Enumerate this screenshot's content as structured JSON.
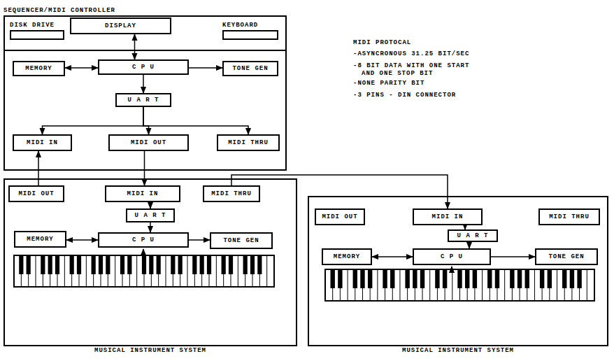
{
  "diagram": {
    "nodes": [
      {
        "text": [
          "SEQUENCER/MIDI CONTROLLER"
        ]
      },
      {
        "text": [
          "DISK DRIVE"
        ],
        "in": 0
      },
      {
        "text": [
          "DISPLAY"
        ],
        "in": 0
      },
      {
        "text": [
          "KEYBOARD"
        ],
        "in": 0
      },
      {
        "text": [
          "MEMORY"
        ],
        "in": 0
      },
      {
        "text": [
          "C P U"
        ],
        "in": 0
      },
      {
        "text": [
          "TONE GEN"
        ],
        "in": 0
      },
      {
        "text": [
          "U A R T"
        ],
        "in": 0
      },
      {
        "text": [
          "MIDI IN"
        ],
        "in": 0
      },
      {
        "text": [
          "MIDI OUT"
        ],
        "in": 0
      },
      {
        "text": [
          "MIDI THRU"
        ],
        "in": 0
      },
      {
        "text": [
          "MUSICAL INSTRUMENT SYSTEM"
        ]
      },
      {
        "text": [
          "MIDI OUT"
        ],
        "in": 11
      },
      {
        "text": [
          "MIDI IN"
        ],
        "in": 11
      },
      {
        "text": [
          "MIDI THRU"
        ],
        "in": 11
      },
      {
        "text": [
          "U A R T"
        ],
        "in": 11
      },
      {
        "text": [
          "MEMORY"
        ],
        "in": 11
      },
      {
        "text": [
          "C P U"
        ],
        "in": 11
      },
      {
        "text": [
          "TONE GEN"
        ],
        "in": 11
      },
      {
        "text": [
          "MUSICAL INSTRUMENT SYSTEM"
        ]
      },
      {
        "text": [
          "MIDI OUT"
        ],
        "in": 19
      },
      {
        "text": [
          "MIDI IN"
        ],
        "in": 19
      },
      {
        "text": [
          "MIDI THRU"
        ],
        "in": 19
      },
      {
        "text": [
          "U A R T"
        ],
        "in": 19
      },
      {
        "text": [
          "MEMORY"
        ],
        "in": 19
      },
      {
        "text": [
          "C P U"
        ],
        "in": 19
      },
      {
        "text": [
          "TONE GEN"
        ],
        "in": 19
      }
    ],
    "edges": [
      {
        "from": 2,
        "to": 5,
        "arrow": "both"
      },
      {
        "from": 4,
        "to": 5,
        "arrow": "both"
      },
      {
        "from": 5,
        "to": 6,
        "arrow": "to"
      },
      {
        "from": 5,
        "to": 7,
        "arrow": "to"
      },
      {
        "from": 7,
        "to": 8,
        "arrow": "to"
      },
      {
        "from": 7,
        "to": 9,
        "arrow": "to"
      },
      {
        "from": 7,
        "to": 10,
        "arrow": "to"
      },
      {
        "from": 9,
        "to": 13,
        "arrow": "to"
      },
      {
        "from": 12,
        "to": 8,
        "arrow": "to"
      },
      {
        "from": 14,
        "to": 21,
        "arrow": "to"
      },
      {
        "from": 13,
        "to": 15,
        "arrow": "to"
      },
      {
        "from": 15,
        "to": 17,
        "arrow": "to"
      },
      {
        "from": 16,
        "to": 17,
        "arrow": "both"
      },
      {
        "from": 17,
        "to": 18,
        "arrow": "to"
      },
      {
        "from": 21,
        "to": 23,
        "arrow": "to"
      },
      {
        "from": 23,
        "to": 25,
        "arrow": "to"
      },
      {
        "from": 24,
        "to": 25,
        "arrow": "both"
      },
      {
        "from": 25,
        "to": 26,
        "arrow": "to"
      }
    ],
    "labels": [
      "MIDI PROTOCAL",
      "-ASYNCRONOUS 31.25 BIT/SEC",
      "-8 BIT DATA WITH ONE START AND ONE STOP BIT",
      "-NONE PARITY BIT",
      "-3 PINS - DIN CONNECTOR"
    ]
  }
}
